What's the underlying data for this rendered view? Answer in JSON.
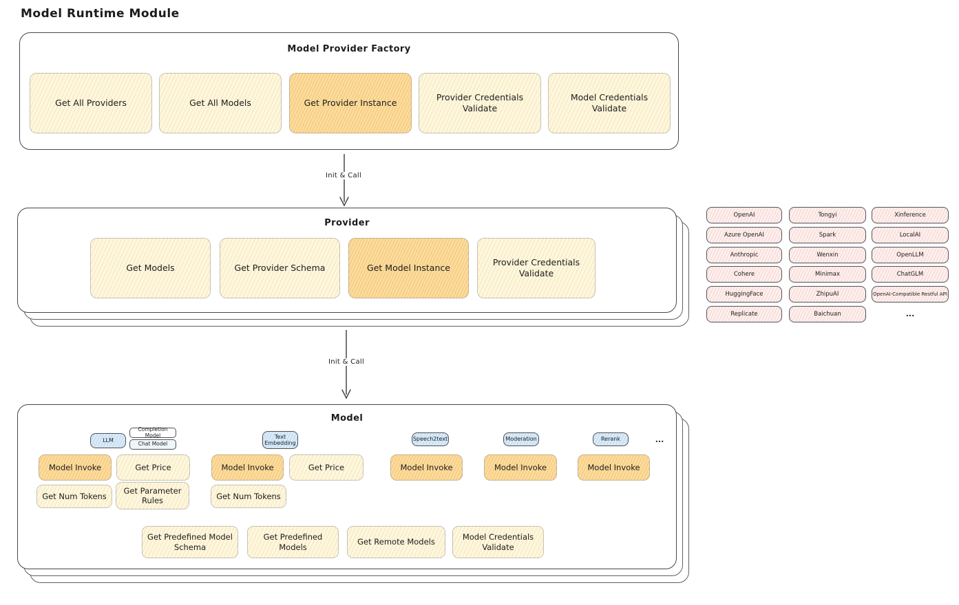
{
  "page_title": "Model Runtime Module",
  "colors": {
    "border_dark": "#43464b",
    "button_fill": "#fdf8e2",
    "button_highlight": "#fbdfa9",
    "provider_chip_fill": "#fdf1ef",
    "tag_blue_fill": "#dcecf8"
  },
  "arrow1": {
    "label": "Init & Call"
  },
  "arrow2": {
    "label": "Init & Call"
  },
  "factory": {
    "title": "Model Provider Factory",
    "buttons": [
      "Get All Providers",
      "Get All Models",
      "Get Provider Instance",
      "Provider Credentials Validate",
      "Model Credentials Validate"
    ]
  },
  "provider": {
    "title": "Provider",
    "buttons": [
      "Get Models",
      "Get Provider Schema",
      "Get Model Instance",
      "Provider Credentials Validate"
    ]
  },
  "provider_list": {
    "col1": [
      "OpenAI",
      "Azure OpenAI",
      "Anthropic",
      "Cohere",
      "HuggingFace",
      "Replicate"
    ],
    "col2": [
      "Tongyi",
      "Spark",
      "Wenxin",
      "Minimax",
      "ZhipuAI",
      "Baichuan"
    ],
    "col3": [
      "Xinference",
      "LocalAI",
      "OpenLLM",
      "ChatGLM",
      "OpenAI-Compatible Restful API"
    ],
    "more": "..."
  },
  "model": {
    "title": "Model",
    "tags": {
      "llm": "LLM",
      "completion": "Completion Model",
      "chat": "Chat Model",
      "embedding": "Text Embedding",
      "speech": "Speech2text",
      "moderation": "Moderation",
      "rerank": "Rerank",
      "more": "..."
    },
    "llm_group": {
      "invoke": "Model Invoke",
      "price": "Get Price",
      "tokens": "Get Num Tokens",
      "rules": "Get Parameter Rules"
    },
    "embedding_group": {
      "invoke": "Model Invoke",
      "price": "Get Price",
      "tokens": "Get Num Tokens"
    },
    "speech_group": {
      "invoke": "Model Invoke"
    },
    "moderation_group": {
      "invoke": "Model Invoke"
    },
    "rerank_group": {
      "invoke": "Model Invoke"
    },
    "bottom": [
      "Get Predefined Model Schema",
      "Get Predefined Models",
      "Get Remote Models",
      "Model Credentials Validate"
    ]
  }
}
